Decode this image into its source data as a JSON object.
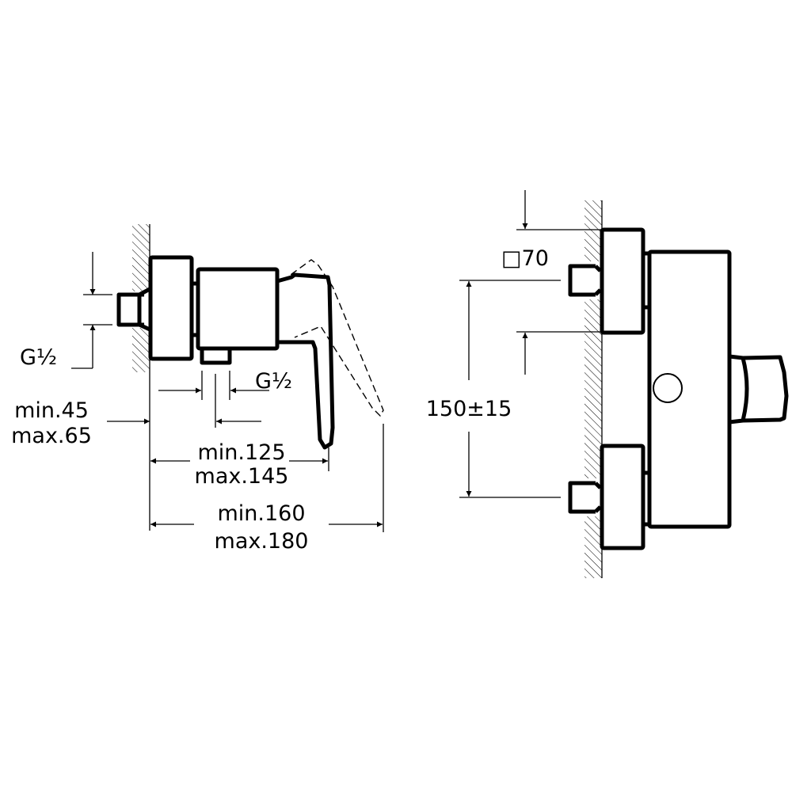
{
  "side_view": {
    "inlet_thread": "G½",
    "outlet_thread": "G½",
    "wall_offset": {
      "min": "min.45",
      "max": "max.65"
    },
    "depth_to_body": {
      "min": "min.125",
      "max": "max.145"
    },
    "overall_depth": {
      "min": "min.160",
      "max": "max.180"
    }
  },
  "front_view": {
    "escutcheon_size": "□70",
    "inlet_spacing": "150±15"
  }
}
